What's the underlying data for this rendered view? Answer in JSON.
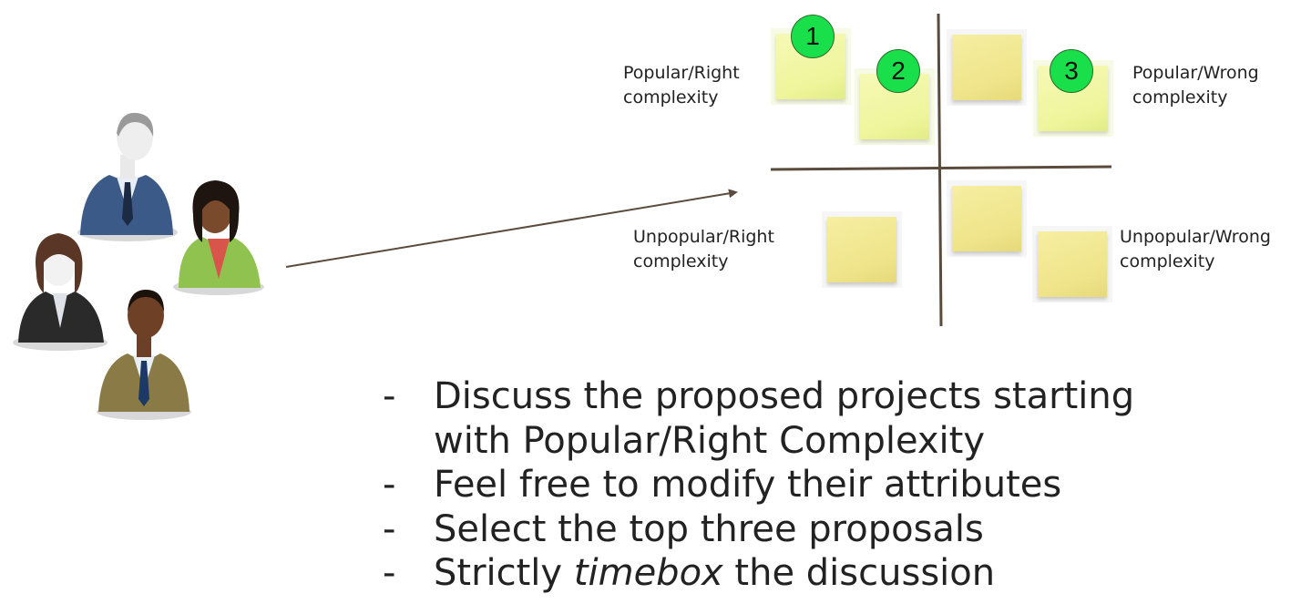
{
  "quadrants": {
    "top_left": [
      "Popular/Right",
      "complexity"
    ],
    "top_right": [
      "Popular/Wrong",
      "complexity"
    ],
    "bottom_left": [
      "Unpopular/Right",
      "complexity"
    ],
    "bottom_right": [
      "Unpopular/Wrong",
      "complexity"
    ]
  },
  "badges": [
    "1",
    "2",
    "3"
  ],
  "bullets": {
    "dash": "-",
    "item1_line1": "Discuss the proposed projects starting",
    "item1_line2": "with Popular/Right Complexity",
    "item2": "Feel free to modify their attributes",
    "item3": "Select the top three proposals",
    "item4_before": "Strictly ",
    "item4_emph": "timebox",
    "item4_after": " the discussion"
  },
  "colors": {
    "badge_green": "#19e04a",
    "note_yellow": "#f3eb9a",
    "note_green": "#f2f7a8",
    "axis_line": "#5a4b3c"
  }
}
